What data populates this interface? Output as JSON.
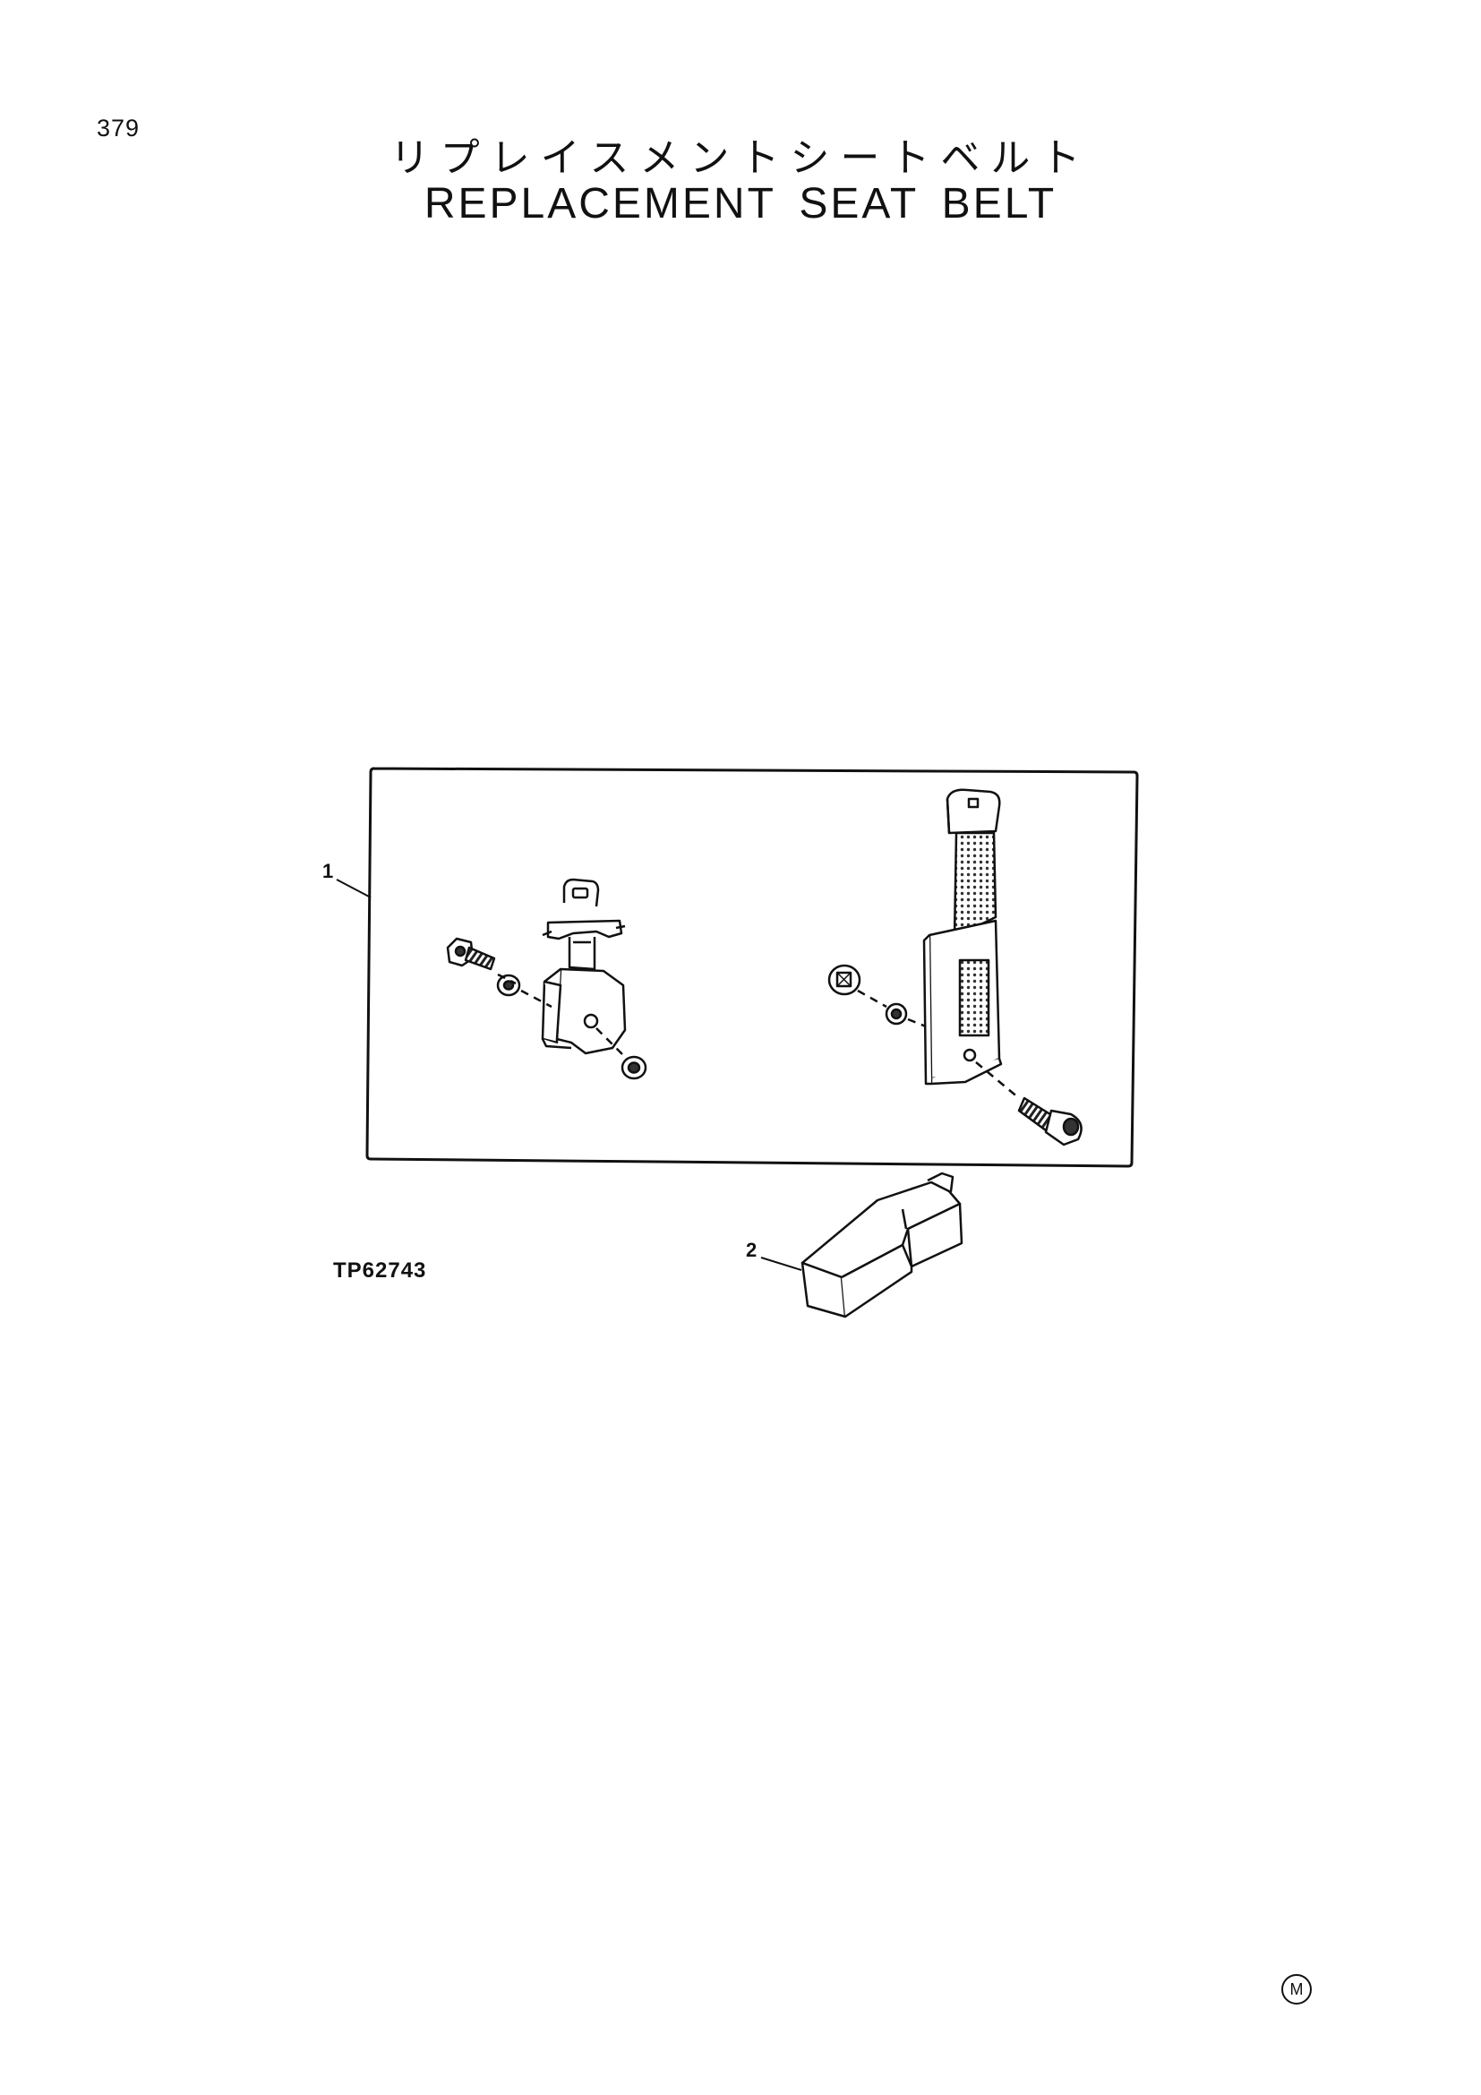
{
  "page": {
    "number": "379",
    "title_jp": "リプレイスメントシートベルト",
    "title_en": "REPLACEMENT SEAT BELT",
    "figure_code": "TP62743",
    "footer_mark": "M"
  },
  "callouts": [
    {
      "label": "1",
      "target": "seat-belt-assembly"
    },
    {
      "label": "2",
      "target": "seat-belt-bracket"
    }
  ],
  "colors": {
    "ink": "#111111",
    "paper": "#ffffff",
    "mesh": "#555555"
  }
}
